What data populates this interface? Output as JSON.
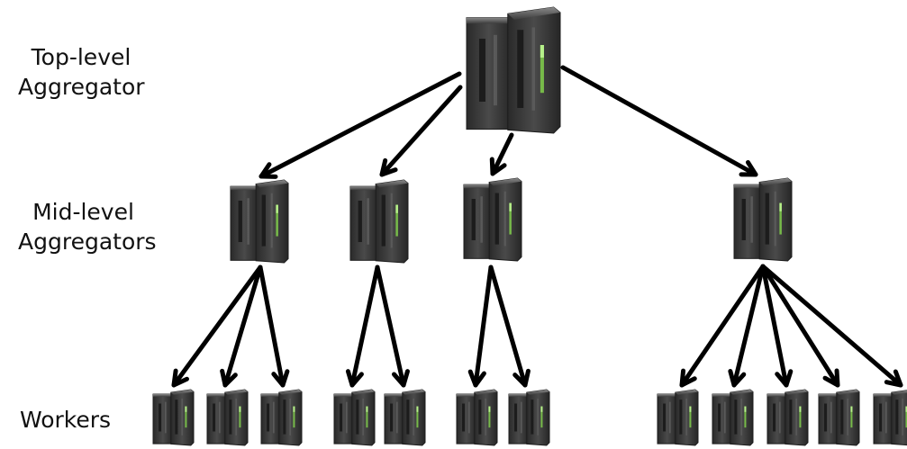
{
  "labels": {
    "top_level": [
      "Top-level",
      "Aggregator"
    ],
    "mid_level": [
      "Mid-level",
      "Aggregators"
    ],
    "workers": "Workers"
  },
  "colors": {
    "server_body": "#3a3a3a",
    "server_dark": "#1c1c1c",
    "server_light": "#6b6b6b",
    "status_led": "#7dc84a",
    "arrow": "#000000"
  },
  "icons": {
    "server": "server-rack-icon"
  }
}
